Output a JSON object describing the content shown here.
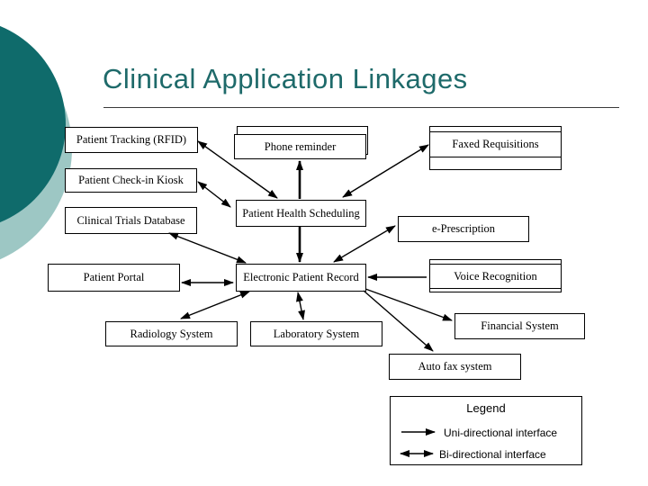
{
  "slide": {
    "title": "Clinical Application Linkages",
    "colors": {
      "title_text": "#1e6a6a",
      "circle_dark": "#0f6b6b",
      "circle_light": "#9dc7c4",
      "line": "#000000",
      "background": "#ffffff"
    }
  },
  "nodes": {
    "patient_tracking": {
      "label": "Patient Tracking (RFID)"
    },
    "phone_reminder": {
      "label": "Phone reminder"
    },
    "faxed_requisitions": {
      "label": "Faxed Requisitions"
    },
    "patient_checkin": {
      "label": "Patient Check-in Kiosk"
    },
    "clinical_trials": {
      "label": "Clinical Trials Database"
    },
    "patient_health_scheduling": {
      "label": "Patient Health Scheduling"
    },
    "e_prescription": {
      "label": "e-Prescription"
    },
    "patient_portal": {
      "label": "Patient Portal"
    },
    "electronic_patient_record": {
      "label": "Electronic Patient Record"
    },
    "voice_recognition": {
      "label": "Voice Recognition"
    },
    "radiology": {
      "label": "Radiology System"
    },
    "laboratory": {
      "label": "Laboratory System"
    },
    "financial": {
      "label": "Financial System"
    },
    "auto_fax": {
      "label": "Auto fax system"
    }
  },
  "legend": {
    "title": "Legend",
    "items": [
      {
        "type": "uni",
        "label": "Uni-directional interface"
      },
      {
        "type": "bi",
        "label": "Bi-directional interface"
      }
    ]
  },
  "edges": [
    {
      "id": "tracking-phs",
      "from": [
        220,
        157
      ],
      "to": [
        308,
        220
      ],
      "type": "bi",
      "thick": false
    },
    {
      "id": "kiosk-phs",
      "from": [
        220,
        202
      ],
      "to": [
        256,
        230
      ],
      "type": "bi",
      "thick": false
    },
    {
      "id": "phs-phone",
      "from": [
        333,
        221
      ],
      "to": [
        333,
        179
      ],
      "type": "uni",
      "thick": true
    },
    {
      "id": "phs-faxed",
      "from": [
        381,
        219
      ],
      "to": [
        476,
        161
      ],
      "type": "bi",
      "thick": false
    },
    {
      "id": "phs-epr",
      "from": [
        333,
        251
      ],
      "to": [
        333,
        291
      ],
      "type": "uni",
      "thick": true
    },
    {
      "id": "trials-epr",
      "from": [
        188,
        259
      ],
      "to": [
        273,
        292
      ],
      "type": "bi",
      "thick": false
    },
    {
      "id": "portal-epr",
      "from": [
        202,
        314
      ],
      "to": [
        259,
        314
      ],
      "type": "bi",
      "thick": false
    },
    {
      "id": "radiology-epr",
      "from": [
        201,
        354
      ],
      "to": [
        277,
        324
      ],
      "type": "bi",
      "thick": false
    },
    {
      "id": "laboratory-epr",
      "from": [
        337,
        355
      ],
      "to": [
        331,
        325
      ],
      "type": "bi",
      "thick": false
    },
    {
      "id": "voice-epr",
      "from": [
        474,
        308
      ],
      "to": [
        409,
        308
      ],
      "type": "uni",
      "thick": false
    },
    {
      "id": "epr-eprescription",
      "from": [
        371,
        291
      ],
      "to": [
        439,
        251
      ],
      "type": "bi",
      "thick": false
    },
    {
      "id": "epr-financial",
      "from": [
        406,
        321
      ],
      "to": [
        502,
        356
      ],
      "type": "uni",
      "thick": false
    },
    {
      "id": "epr-autofax",
      "from": [
        404,
        323
      ],
      "to": [
        481,
        390
      ],
      "type": "uni",
      "thick": false
    },
    {
      "id": "legend-uni",
      "from": [
        446,
        480
      ],
      "to": [
        483,
        480
      ],
      "type": "uni",
      "thick": false
    },
    {
      "id": "legend-bi",
      "from": [
        445,
        504
      ],
      "to": [
        481,
        504
      ],
      "type": "bi",
      "thick": false
    }
  ]
}
